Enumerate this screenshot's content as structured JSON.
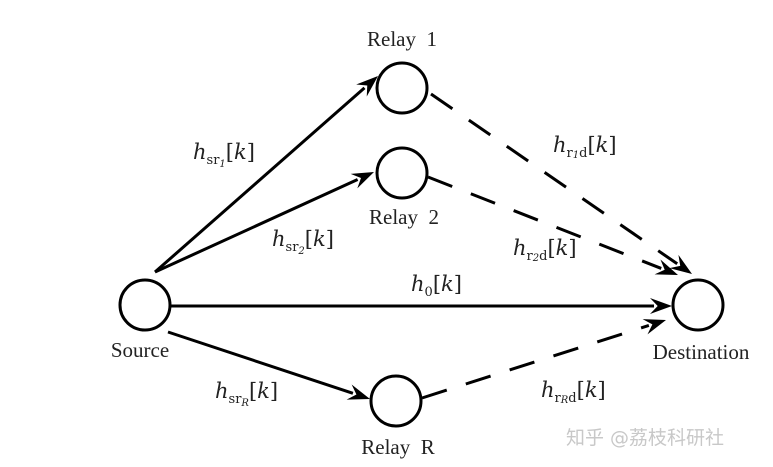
{
  "diagram": {
    "nodes": [
      {
        "id": "source",
        "label": "Source"
      },
      {
        "id": "relay1",
        "label": "Relay  1"
      },
      {
        "id": "relay2",
        "label": "Relay  2"
      },
      {
        "id": "relayR",
        "label": "Relay  R"
      },
      {
        "id": "destination",
        "label": "Destination"
      }
    ],
    "edges": [
      {
        "id": "sr1",
        "from": "source",
        "to": "relay1",
        "style": "solid",
        "label": {
          "base": "h",
          "sub": "sr",
          "subsub": "1",
          "arg": "k"
        }
      },
      {
        "id": "sr2",
        "from": "source",
        "to": "relay2",
        "style": "solid",
        "label": {
          "base": "h",
          "sub": "sr",
          "subsub": "2",
          "arg": "k"
        }
      },
      {
        "id": "srR",
        "from": "source",
        "to": "relayR",
        "style": "solid",
        "label": {
          "base": "h",
          "sub": "sr",
          "subsub": "R",
          "arg": "k"
        }
      },
      {
        "id": "sd",
        "from": "source",
        "to": "destination",
        "style": "solid",
        "label": {
          "base": "h",
          "sub": "0",
          "subsub": "",
          "arg": "k"
        }
      },
      {
        "id": "r1d",
        "from": "relay1",
        "to": "destination",
        "style": "dashed",
        "label": {
          "base": "h",
          "sub": "r",
          "subsub": "1",
          "sub2": "d",
          "arg": "k"
        }
      },
      {
        "id": "r2d",
        "from": "relay2",
        "to": "destination",
        "style": "dashed",
        "label": {
          "base": "h",
          "sub": "r",
          "subsub": "2",
          "sub2": "d",
          "arg": "k"
        }
      },
      {
        "id": "rRd",
        "from": "relayR",
        "to": "destination",
        "style": "dashed",
        "label": {
          "base": "h",
          "sub": "r",
          "subsub": "R",
          "sub2": "d",
          "arg": "k"
        }
      }
    ]
  },
  "watermark": "知乎 @荔枝科研社"
}
